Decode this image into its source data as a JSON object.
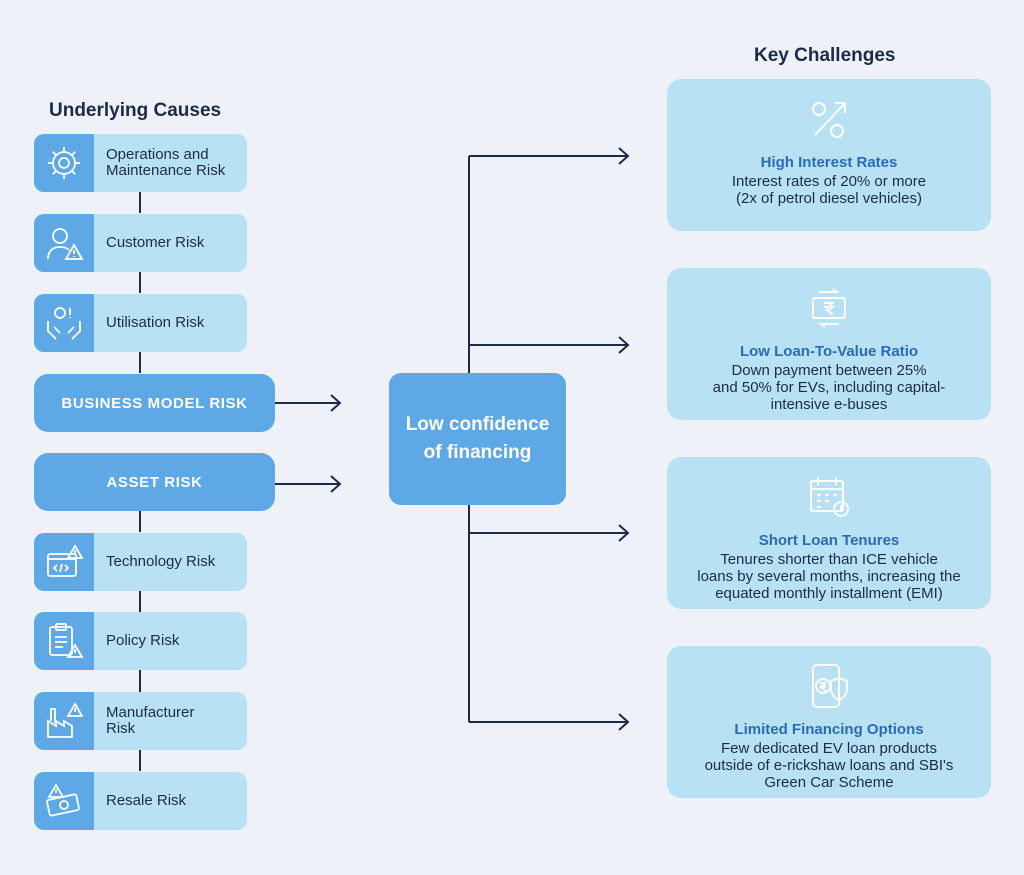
{
  "headings": {
    "causes": "Underlying Causes",
    "challenges": "Key Challenges"
  },
  "causes_top": [
    {
      "label": "Operations and\nMaintenance Risk",
      "icon": "wrench-gear-icon"
    },
    {
      "label": "Customer Risk",
      "icon": "customer-warning-icon"
    },
    {
      "label": "Utilisation Risk",
      "icon": "hands-gear-icon"
    }
  ],
  "business_model": "BUSINESS MODEL RISK",
  "asset": "ASSET RISK",
  "causes_bottom": [
    {
      "label": "Technology Risk",
      "icon": "code-window-warning-icon"
    },
    {
      "label": "Policy Risk",
      "icon": "clipboard-warning-icon"
    },
    {
      "label": "Manufacturer\nRisk",
      "icon": "factory-warning-icon"
    },
    {
      "label": "Resale Risk",
      "icon": "money-warning-icon"
    }
  ],
  "center": "Low confidence of financing",
  "challenges": [
    {
      "title": "High Interest Rates",
      "desc": "Interest rates of 20% or more\n(2x of petrol diesel vehicles)",
      "icon": "percent-arrow-icon"
    },
    {
      "title": "Low Loan-To-Value Ratio",
      "desc": "Down payment between 25%\nand 50% for EVs, including capital-\nintensive e-buses",
      "icon": "rupee-note-cycle-icon"
    },
    {
      "title": "Short Loan Tenures",
      "desc": "Tenures shorter than ICE vehicle\nloans by several months, increasing the\nequated monthly installment (EMI)",
      "icon": "calendar-clock-icon"
    },
    {
      "title": "Limited Financing Options",
      "desc": "Few dedicated EV loan products\noutside of e-rickshaw loans and SBI's\nGreen Car Scheme",
      "icon": "phone-rupee-shield-icon"
    }
  ],
  "colors": {
    "background": "#eef2f8",
    "primary": "#5ea8e6",
    "light": "#b8e2f3",
    "text": "#1b2b48",
    "title_blue": "#2a6bb8"
  }
}
